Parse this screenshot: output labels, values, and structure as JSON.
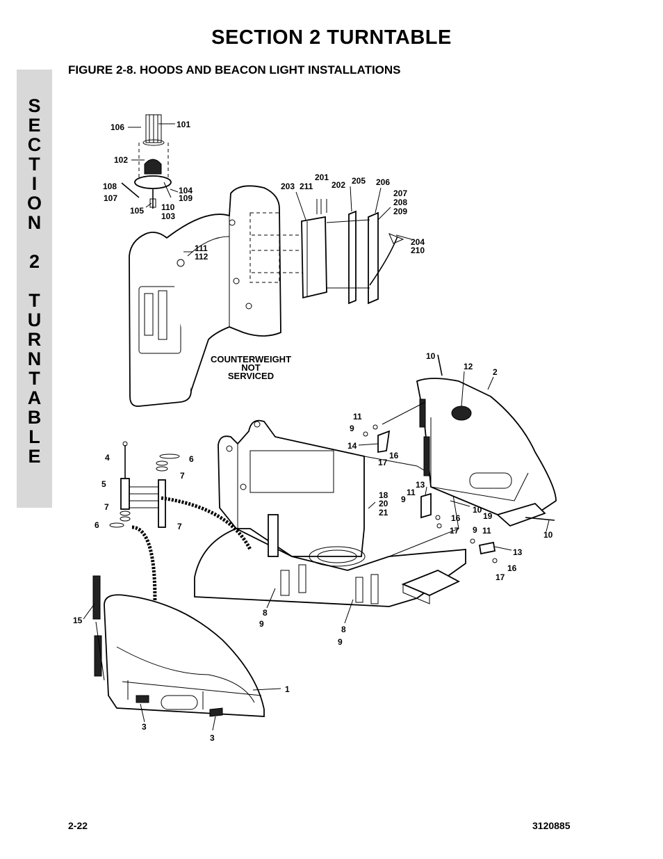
{
  "header": {
    "section_title": "SECTION 2  TURNTABLE",
    "figure_title": "FIGURE 2-8.    HOODS AND BEACON LIGHT INSTALLATIONS"
  },
  "side_tab": {
    "letters": [
      "S",
      "E",
      "C",
      "T",
      "I",
      "O",
      "N",
      "2",
      "T",
      "U",
      "R",
      "N",
      "T",
      "A",
      "B",
      "L",
      "E"
    ]
  },
  "figure": {
    "note_lines": [
      "COUNTERWEIGHT",
      "NOT",
      "SERVICED"
    ],
    "callouts": [
      "106",
      "101",
      "102",
      "108",
      "107",
      "104",
      "109",
      "105",
      "110",
      "103",
      "111",
      "112",
      "203",
      "211",
      "201",
      "202",
      "205",
      "206",
      "207",
      "208",
      "209",
      "204",
      "210",
      "10",
      "12",
      "2",
      "11",
      "9",
      "14",
      "16",
      "17",
      "4",
      "6",
      "7",
      "5",
      "7",
      "6",
      "7",
      "18",
      "20",
      "21",
      "13",
      "11",
      "9",
      "10",
      "19",
      "16",
      "17",
      "9",
      "11",
      "13",
      "16",
      "17",
      "10",
      "8",
      "9",
      "8",
      "9",
      "15",
      "1",
      "3",
      "3"
    ]
  },
  "footer": {
    "page_number": "2-22",
    "doc_number": "3120885"
  }
}
